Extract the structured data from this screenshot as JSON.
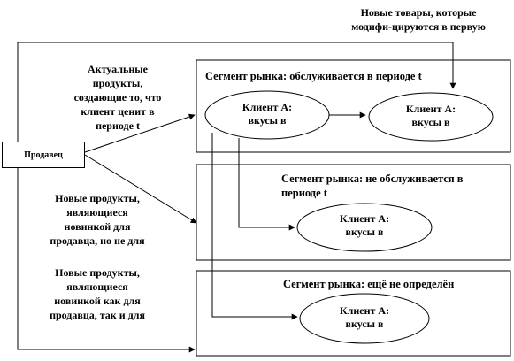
{
  "note_top": [
    "Новые товары, которые",
    "модифи-цируются в первую"
  ],
  "seller": "Продавец",
  "arrow_labels": {
    "actual": [
      "Актуальные",
      "продукты,",
      "создающие то, что",
      "клиент ценит в",
      "периоде t"
    ],
    "new_for_seller": [
      "Новые продукты,",
      "являющиеся",
      "новинкой для",
      "продавца, но не для"
    ],
    "new_for_both": [
      "Новые продукты,",
      "являющиеся",
      "новинкой как для",
      "продавца, так и для"
    ]
  },
  "segments": [
    {
      "title": [
        "Сегмент рынка: обслуживается в периоде t"
      ]
    },
    {
      "title": [
        "Сегмент рынка: не обслуживается в",
        "периоде t"
      ]
    },
    {
      "title": [
        "Сегмент рынка: ещё не определён"
      ]
    }
  ],
  "clients": [
    {
      "line1": "Клиент А:",
      "line2": "вкусы в"
    },
    {
      "line1": "Клиент А:",
      "line2": "вкусы в"
    },
    {
      "line1": "Клиент А:",
      "line2": "вкусы в"
    },
    {
      "line1": "Клиент А:",
      "line2": "вкусы в"
    }
  ]
}
